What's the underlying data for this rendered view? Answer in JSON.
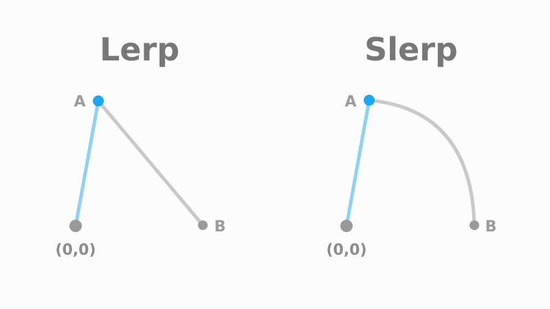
{
  "colors": {
    "background": "#fcfcfc",
    "title": "#777777",
    "label": "#9b9b9b",
    "vector": "#8fd0f5",
    "path": "#c9c9c9",
    "point": "#9a9a9a",
    "active_point": "#1ca8ee"
  },
  "panels": [
    {
      "title": "Lerp",
      "path_kind": "straight",
      "point_a_label": "A",
      "point_b_label": "B",
      "origin_label": "(0,0)"
    },
    {
      "title": "Slerp",
      "path_kind": "arc",
      "point_a_label": "A",
      "point_b_label": "B",
      "origin_label": "(0,0)"
    }
  ]
}
